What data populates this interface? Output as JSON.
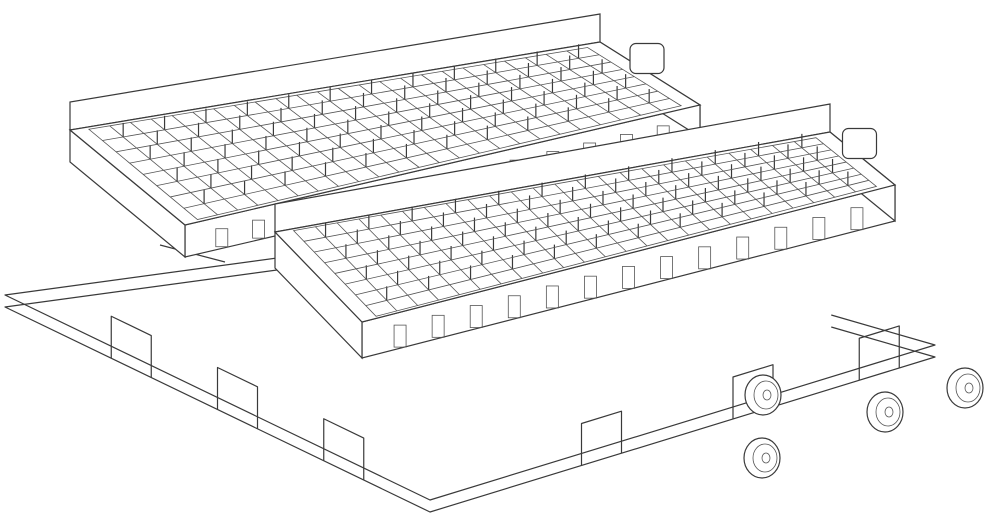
{
  "figure": {
    "subject": "dishwasher-rack-assembly",
    "line_color": "#3a3a3a",
    "background": "#ffffff",
    "parts": [
      "left-tray",
      "right-tray",
      "wire-frame",
      "wheels"
    ]
  }
}
